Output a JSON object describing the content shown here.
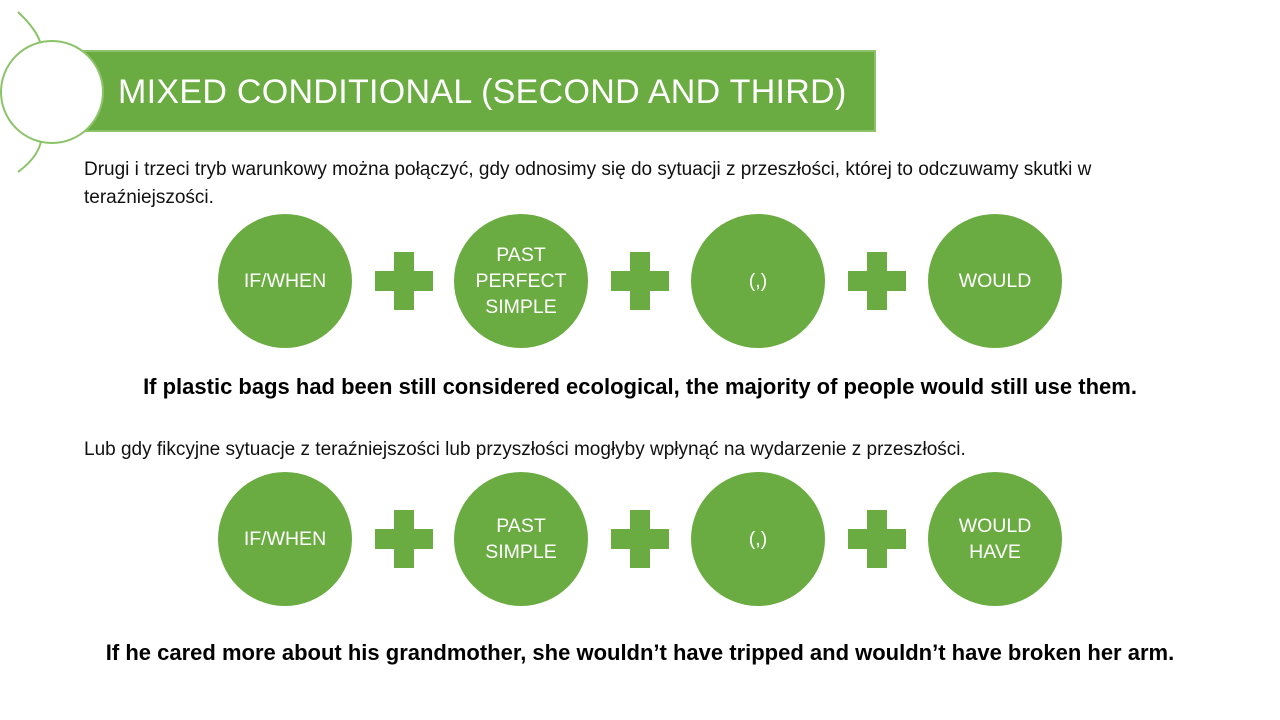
{
  "title": "MIXED CONDITIONAL (SECOND AND THIRD)",
  "intro": "Drugi i trzeci tryb warunkowy można połączyć, gdy odnosimy się do sytuacji z przeszłości, której to odczuwamy skutki w teraźniejszości.",
  "formula1": {
    "items": [
      "IF/WHEN",
      "PAST PERFECT SIMPLE",
      "(,)",
      "WOULD"
    ]
  },
  "example1": "If plastic bags had been still considered ecological, the majority of people would still use them.",
  "intro2": "Lub gdy fikcyjne sytuacje z teraźniejszości lub przyszłości mogłyby wpłynąć na wydarzenie z przeszłości.",
  "formula2": {
    "items": [
      "IF/WHEN",
      "PAST SIMPLE",
      "(,)",
      "WOULD HAVE"
    ]
  },
  "example2": "If he cared more about his grandmother, she wouldn’t have tripped and wouldn’t have broken her arm.",
  "colors": {
    "accent": "#6aac41",
    "accent_light": "#8cc36a",
    "text": "#000000"
  }
}
